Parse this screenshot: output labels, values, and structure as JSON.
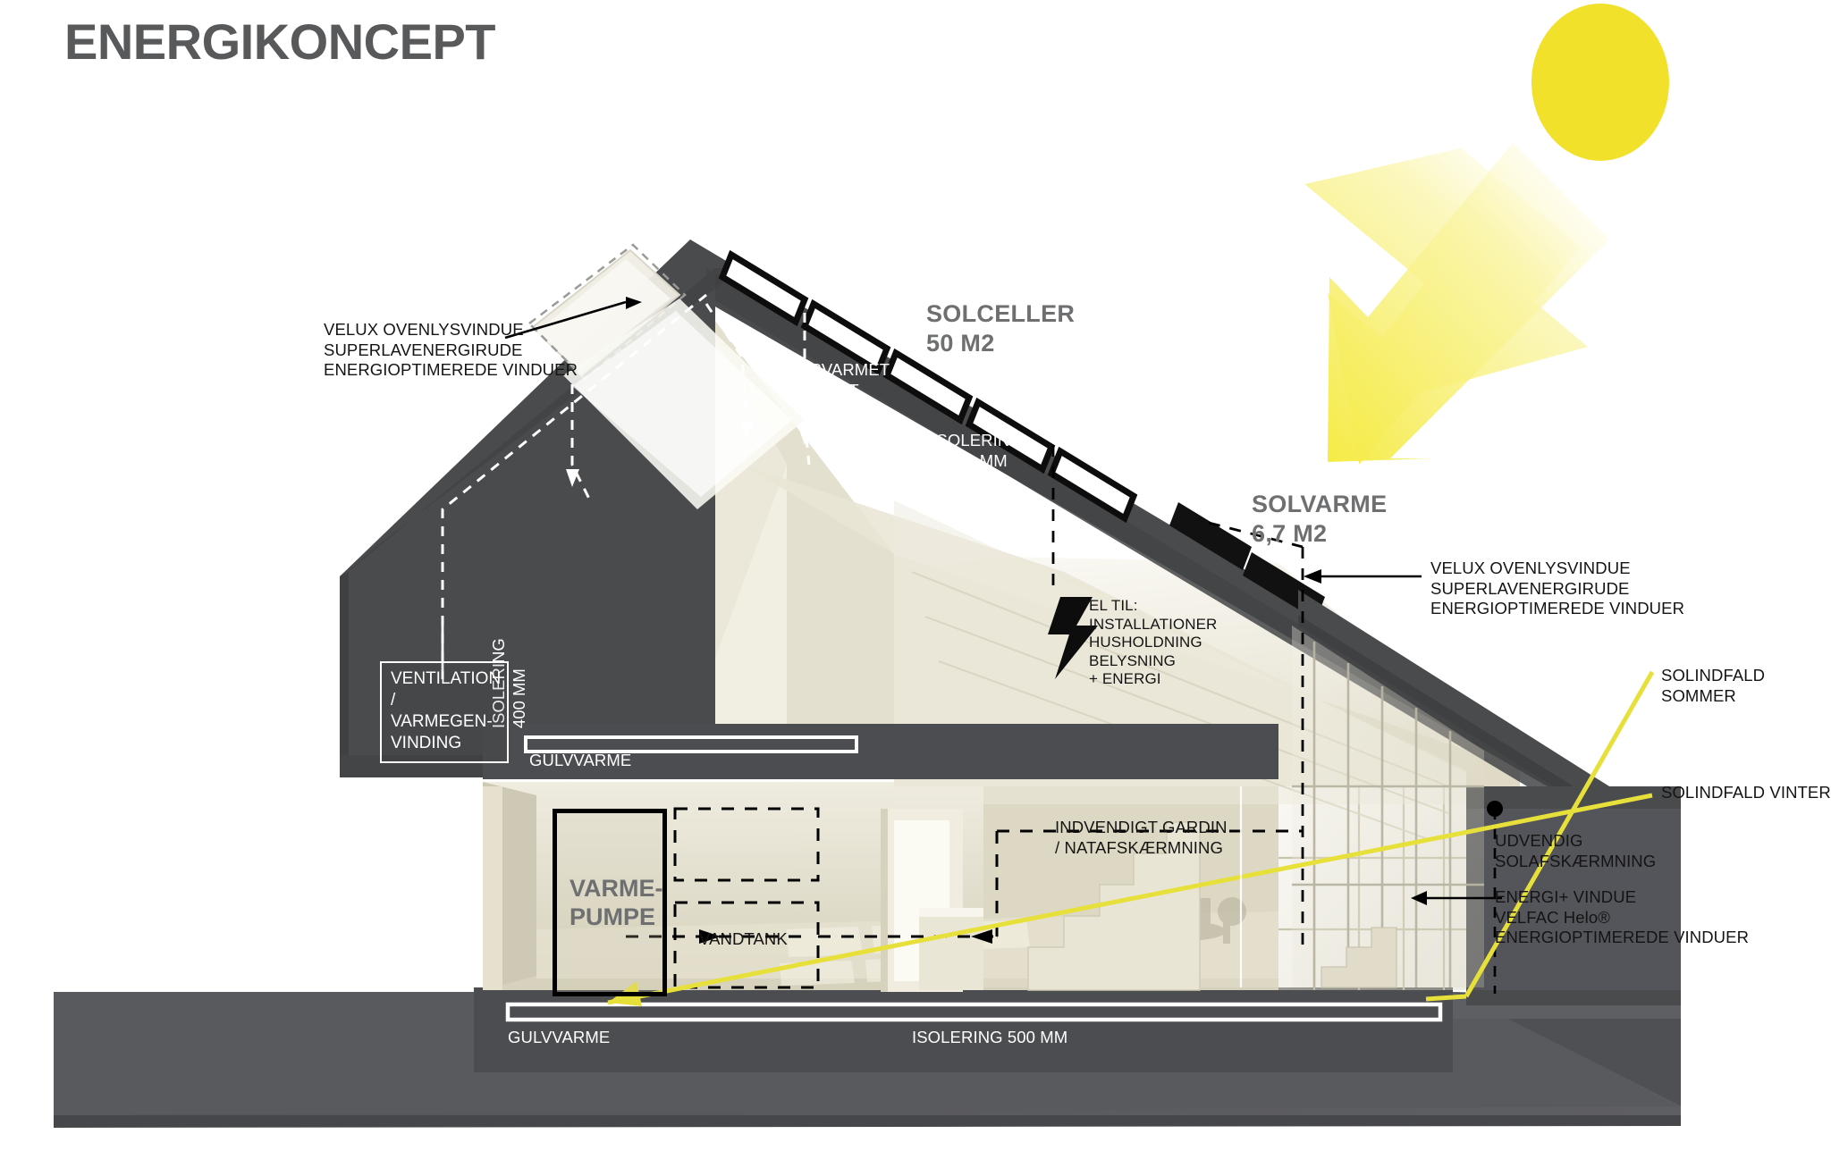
{
  "page": {
    "title": "ENERGIKONCEPT",
    "title_color": "#58595b",
    "background": "#ffffff"
  },
  "colors": {
    "sun_yellow": "#F2E12B",
    "ray_yellow": "#F7EE4A",
    "sun_line_yellow": "#E8E03A",
    "roof_dark": "#4a4b4d",
    "ground_dark": "#58595b",
    "interior_warm": "#ddd9c6",
    "panel_black": "#0d0d0d",
    "text_dark": "#141414",
    "text_white": "#ffffff",
    "text_gray_bold": "#6e6f71"
  },
  "labels": {
    "solceller": "SOLCELLER\n50 M2",
    "solvarme": "SOLVARME\n6,7 M2",
    "velux_left": "VELUX OVENLYSVINDUE\nSUPERLAVENERGIRUDE\nENERGIOPTIMEREDE VINDUER",
    "velux_right": "VELUX OVENLYSVINDUE\nSUPERLAVENERGIRUDE\nENERGIOPTIMEREDE VINDUER",
    "forvarmet_luft": "FORVARMET\nLUFT",
    "isolering_550": "ISOLERING\n550 MM",
    "isolering_400": "ISOLERING\n400 MM",
    "isolering_500": "ISOLERING 500 MM",
    "ventilation": "VENTILATION\n/ VARMEGEN-\nVINDING",
    "el_til": "EL TIL:\nINSTALLATIONER\nHUSHOLDNING\nBELYSNING\n+ ENERGI",
    "indvendigt_gardin": "INDVENDIGT GARDIN\n/ NATAFSKÆRMNING",
    "varmepumpe": "VARME-\nPUMPE",
    "vandtank": "VANDTANK",
    "gulvvarme_upper": "GULVVARME",
    "gulvvarme_lower": "GULVVARME",
    "solindfald_sommer": "SOLINDFALD SOMMER",
    "solindfald_vinter": "SOLINDFALD VINTER",
    "udvendig_solafskaermning": "UDVENDIG\nSOLAFSKÆRMNING",
    "energi_vindue": "ENERGI+ VINDUE\nVELFAC Helo®\nENERGIOPTIMEREDE VINDUER"
  },
  "icons": {
    "sun": "sun-icon",
    "sun_arrow": "sun-ray-arrow-icon",
    "lightning": "lightning-bolt-icon"
  },
  "measurements": {
    "solceller_area": "50 M2",
    "solvarme_area": "6,7 M2",
    "roof_insulation": "550 MM",
    "wall_insulation": "400 MM",
    "floor_insulation": "500 MM"
  }
}
